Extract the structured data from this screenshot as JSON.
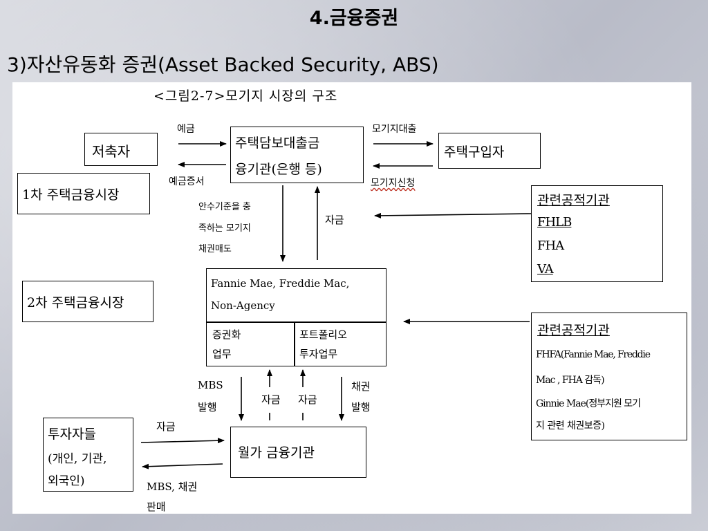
{
  "slide": {
    "title": "4.금융증권",
    "subtitle": "3)자산유동화 증권(Asset Backed Security, ABS)"
  },
  "figure": {
    "caption": "<그림2-7>모기지 시장의 구조",
    "savers": "저축자",
    "bank_line1": "주택담보대출금",
    "bank_line2": "융기관(은행 등)",
    "homebuyer": "주택구입자",
    "primary_market": "1차 주택금융시장",
    "secondary_market": "2차 주택금융시장",
    "public1": {
      "title": "관련공적기관",
      "items": [
        "FHLB",
        "FHA",
        "VA"
      ]
    },
    "agency": {
      "line1": "Fannie Mae, Freddie Mac,",
      "line2": "Non-Agency",
      "left_line1": "증권화",
      "left_line2": "업무",
      "right_line1": "포트폴리오",
      "right_line2": "투자업무"
    },
    "public2": {
      "title": "관련공적기관",
      "line1": "FHFA(Fannie Mae, Freddie",
      "line2": "Mac , FHA 감독)",
      "line3": "Ginnie Mae(정부지원 모기",
      "line4": "지 관련 채권보증)"
    },
    "investors": {
      "line1": "투자자들",
      "line2": "(개인, 기관,",
      "line3": "외국인)"
    },
    "wallstreet": "월가 금융기관",
    "edges": {
      "deposit": "예금",
      "deposit_cert": "예금증서",
      "mortgage_loan": "모기지대출",
      "mortgage_apply": "모기지신청",
      "sell_line1": "안수기준을 충",
      "sell_line2": "족하는 모기지",
      "sell_line3": "채권매도",
      "funds_up": "자금",
      "funds_a": "자금",
      "funds_b": "자금",
      "mbs_issue_line1": "MBS",
      "mbs_issue_line2": "발행",
      "bond_issue_line1": "채권",
      "bond_issue_line2": "발행",
      "funds_invest": "자금",
      "mbs_sale_line1": "MBS, 채권",
      "mbs_sale_line2": "판매"
    }
  }
}
